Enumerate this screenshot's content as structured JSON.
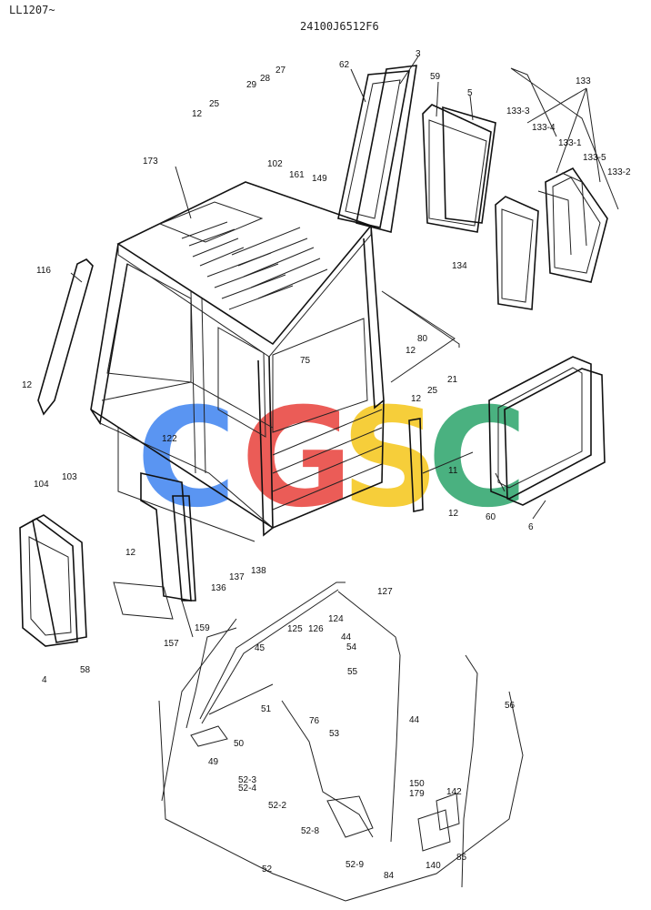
{
  "header": {
    "serial_range": "LL1207~",
    "drawing_code": "24100J6512F6"
  },
  "watermark": {
    "letters": [
      "C",
      "G",
      "S",
      "C"
    ],
    "colors": [
      "#3d82f0",
      "#e8403a",
      "#f5c518",
      "#2aa36a"
    ]
  },
  "callouts": [
    "3",
    "62",
    "59",
    "5",
    "133",
    "133-3",
    "133-4",
    "133-1",
    "133-5",
    "133-2",
    "134",
    "27",
    "28",
    "29",
    "25",
    "12",
    "173",
    "102",
    "161",
    "149",
    "116",
    "80",
    "12",
    "21",
    "12",
    "25",
    "75",
    "12",
    "104",
    "103",
    "122",
    "11",
    "60",
    "6",
    "12",
    "12",
    "4",
    "58",
    "136",
    "137",
    "138",
    "157",
    "159",
    "127",
    "124",
    "126",
    "125",
    "44",
    "45",
    "54",
    "55",
    "44",
    "56",
    "51",
    "50",
    "49",
    "76",
    "53",
    "52-3",
    "52-4",
    "52-2",
    "52-8",
    "52",
    "52-9",
    "150",
    "179",
    "142",
    "140",
    "85",
    "84"
  ]
}
